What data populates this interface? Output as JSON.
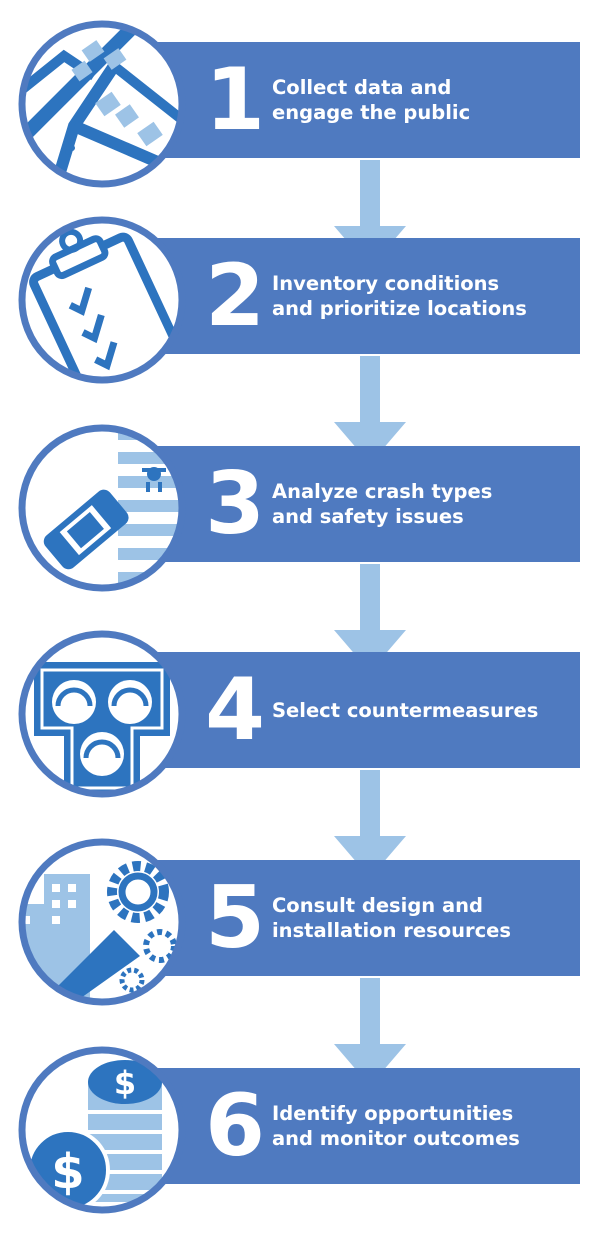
{
  "colors": {
    "banner": "#4f7ac0",
    "circle_stroke": "#4f7ac0",
    "icon_blue": "#2d74bf",
    "light_blue": "#9dc3e6",
    "arrow": "#9dc3e6"
  },
  "steps": [
    {
      "number": "1",
      "label": "Collect data and\nengage the public",
      "icon": "map-icon"
    },
    {
      "number": "2",
      "label": "Inventory conditions\nand prioritize locations",
      "icon": "clipboard-checklist-icon"
    },
    {
      "number": "3",
      "label": "Analyze crash types\nand safety issues",
      "icon": "car-crosswalk-icon"
    },
    {
      "number": "4",
      "label": "Select countermeasures",
      "icon": "pedestrian-signal-icon"
    },
    {
      "number": "5",
      "label": "Consult design and\ninstallation resources",
      "icon": "buildings-gears-icon"
    },
    {
      "number": "6",
      "label": "Identify opportunities\nand monitor outcomes",
      "icon": "coins-dollar-icon"
    }
  ]
}
